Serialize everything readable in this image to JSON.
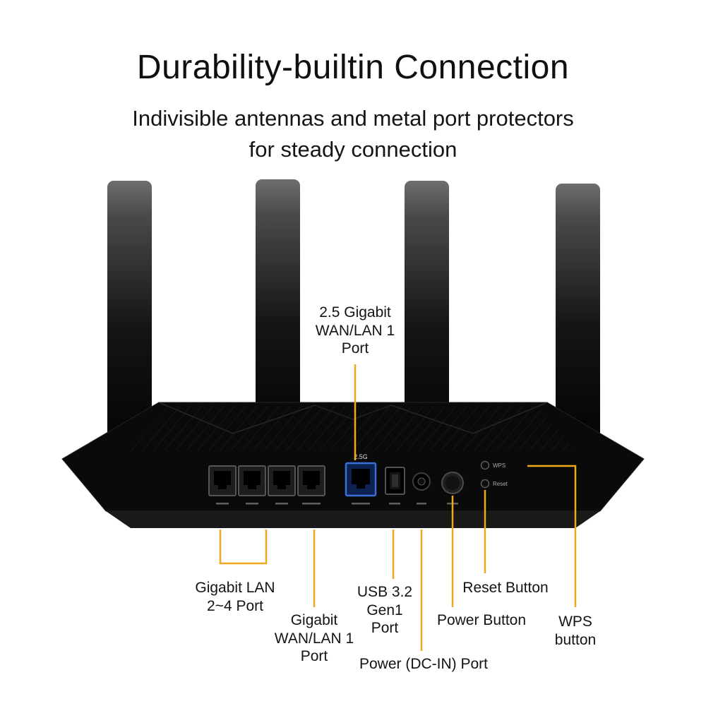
{
  "header": {
    "title": "Durability-builtin Connection",
    "subtitle": "Indivisible antennas and metal port protectors\nfor steady connection"
  },
  "colors": {
    "accent_orange": "#F2A71D",
    "body_black": "#0a0a0a",
    "wan_port_blue": "#3a6fd8",
    "text": "#151515"
  },
  "device": {
    "name": "wireless-router-rear-panel",
    "antenna_count": 4,
    "labels": {
      "wan25g": "2.5G",
      "wps": "WPS",
      "reset": "Reset"
    }
  },
  "callouts": {
    "wan25g": {
      "label": "2.5 Gigabit\nWAN/LAN 1\nPort"
    },
    "lan": {
      "label": "Gigabit LAN\n2~4 Port"
    },
    "wan1g": {
      "label": "Gigabit\nWAN/LAN 1\nPort"
    },
    "usb": {
      "label": "USB 3.2\nGen1\nPort"
    },
    "dcin": {
      "label": "Power (DC-IN) Port"
    },
    "power": {
      "label": "Power Button"
    },
    "reset": {
      "label": "Reset Button"
    },
    "wps": {
      "label": "WPS\nbutton"
    }
  }
}
